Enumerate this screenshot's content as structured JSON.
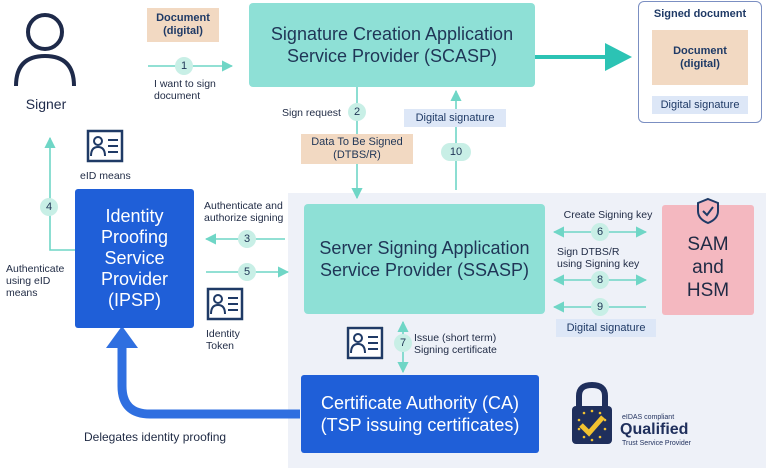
{
  "signer": {
    "label": "Signer"
  },
  "document": {
    "label": "Document (digital)"
  },
  "scasp": {
    "label": "Signature Creation Application Service Provider (SCASP)"
  },
  "signed_document": {
    "title": "Signed document",
    "document_label": "Document (digital)",
    "signature_label": "Digital signature"
  },
  "steps": {
    "s1": {
      "num": "1",
      "label": "I want to sign document"
    },
    "s2": {
      "num": "2",
      "label": "Sign request"
    },
    "s3": {
      "num": "3",
      "label": "Authenticate and authorize signing"
    },
    "s4": {
      "num": "4",
      "label": "Authenticate using eID means"
    },
    "s5": {
      "num": "5"
    },
    "s6": {
      "num": "6",
      "label": "Create Signing key"
    },
    "s7": {
      "num": "7",
      "label": "Issue (short term) Signing certificate"
    },
    "s8": {
      "num": "8",
      "label": "Sign DTBS/R using Signing key"
    },
    "s9": {
      "num": "9"
    },
    "s10": {
      "num": "10"
    }
  },
  "dtbs": {
    "label": "Data To Be Signed (DTBS/R)"
  },
  "digital_signature_top": "Digital signature",
  "digital_signature_bottom": "Digital signature",
  "eid_means": "eID means",
  "identity_token": "Identity Token",
  "ipsp": {
    "label": "Identity Proofing Service Provider (IPSP)"
  },
  "ssasp": {
    "label": "Server Signing Application Service Provider (SSASP)"
  },
  "sam_hsm": {
    "label": "SAM and HSM"
  },
  "ca": {
    "label": "Certificate Authority (CA) (TSP issuing certificates)"
  },
  "delegates": "Delegates identity proofing",
  "qualified": {
    "small": "eIDAS compliant",
    "big": "Qualified",
    "sub": "Trust Service Provider"
  },
  "colors": {
    "teal": "#8ee0d6",
    "blue": "#1f5fd8",
    "pink": "#f4b8c0",
    "tan": "#f2d9c2",
    "navy": "#1e2a4a",
    "arrow": "#6fd6c6"
  }
}
